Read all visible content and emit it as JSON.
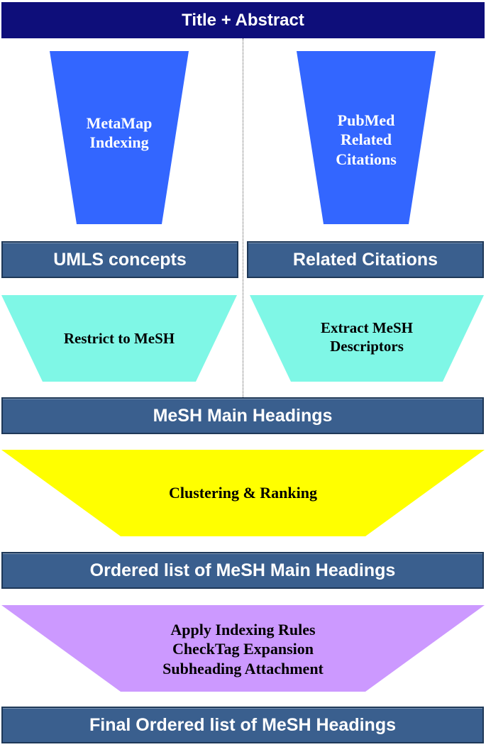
{
  "title_bar": {
    "label": "Title + Abstract"
  },
  "left_column": {
    "funnel": {
      "lines": [
        "MetaMap",
        "Indexing"
      ],
      "color": "#3366ff"
    },
    "output_bar": {
      "label": "UMLS concepts"
    },
    "filter": {
      "lines": [
        "Restrict to MeSH"
      ],
      "color": "#7ff7e6"
    }
  },
  "right_column": {
    "funnel": {
      "lines": [
        "PubMed",
        "Related",
        "Citations"
      ],
      "color": "#3366ff"
    },
    "output_bar": {
      "label": "Related Citations"
    },
    "filter": {
      "lines": [
        "Extract MeSH",
        "Descriptors"
      ],
      "color": "#7ff7e6"
    }
  },
  "main_headings_bar": {
    "label": "MeSH Main Headings"
  },
  "clustering": {
    "lines": [
      "Clustering & Ranking"
    ],
    "color": "#ffff00"
  },
  "ordered_bar": {
    "label": "Ordered list of MeSH Main Headings"
  },
  "rules": {
    "lines": [
      "Apply Indexing Rules",
      "CheckTag Expansion",
      "Subheading Attachment"
    ],
    "color": "#cc99ff"
  },
  "final_bar": {
    "label": "Final Ordered list of MeSH Headings"
  }
}
